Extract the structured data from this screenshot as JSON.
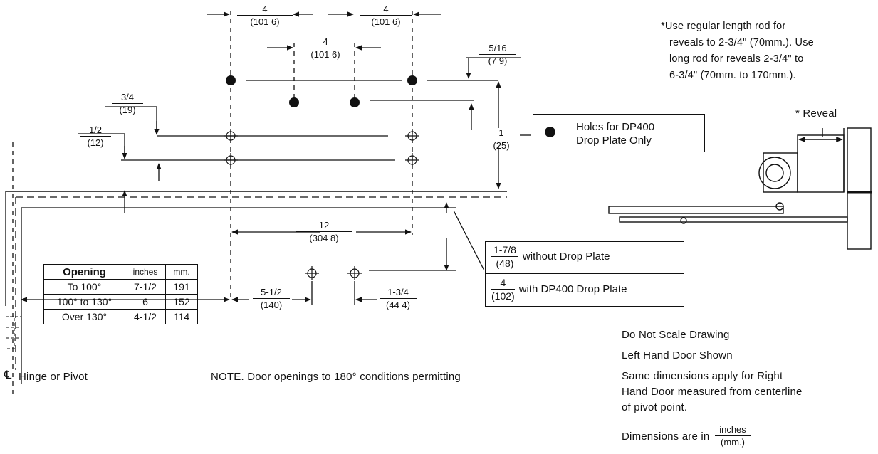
{
  "top_dims": {
    "d1": {
      "num": "4",
      "den": "(101 6)"
    },
    "d2": {
      "num": "4",
      "den": "(101 6)"
    },
    "d3": {
      "num": "4",
      "den": "(101 6)"
    },
    "d4": {
      "num": "5/16",
      "den": "(7 9)"
    },
    "d5": {
      "num": "3/4",
      "den": "(19)"
    },
    "d6": {
      "num": "1/2",
      "den": "(12)"
    },
    "d7": {
      "num": "1",
      "den": "(25)"
    },
    "d8": {
      "num": "12",
      "den": "(304 8)"
    },
    "d9": {
      "num": "5-1/2",
      "den": "(140)"
    },
    "d10": {
      "num": "1-3/4",
      "den": "(44 4)"
    }
  },
  "legend": {
    "line1": "Holes for DP400",
    "line2": "Drop Plate Only"
  },
  "drop_plate_box": {
    "row1": {
      "num": "1-7/8",
      "den": "(48)",
      "text": "without Drop Plate"
    },
    "row2": {
      "num": "4",
      "den": "(102)",
      "text": "with DP400 Drop Plate"
    }
  },
  "table": {
    "headers": [
      "Opening",
      "inches",
      "mm."
    ],
    "rows": [
      [
        "To 100°",
        "7-1/2",
        "191"
      ],
      [
        "100° to 130°",
        "6",
        "152"
      ],
      [
        "Over 130°",
        "4-1/2",
        "114"
      ]
    ]
  },
  "notes": {
    "rod_line1": "*Use regular length rod for",
    "rod_line2": "reveals to 2-3/4\" (70mm.). Use",
    "rod_line3": "long rod for reveals 2-3/4\" to",
    "rod_line4": "6-3/4\" (70mm. to 170mm.).",
    "reveal": "* Reveal",
    "hinge": "Hinge or Pivot",
    "centerline_symbol": "℄",
    "note": "NOTE. Door openings to 180° conditions permitting",
    "do_not_scale": "Do Not Scale Drawing",
    "left_hand": "Left Hand Door Shown",
    "same1": "Same dimensions apply for Right",
    "same2": "Hand Door measured from centerline",
    "same3": "of pivot point.",
    "dims_in": "Dimensions are in",
    "dims_num": "inches",
    "dims_den": "(mm.)"
  }
}
